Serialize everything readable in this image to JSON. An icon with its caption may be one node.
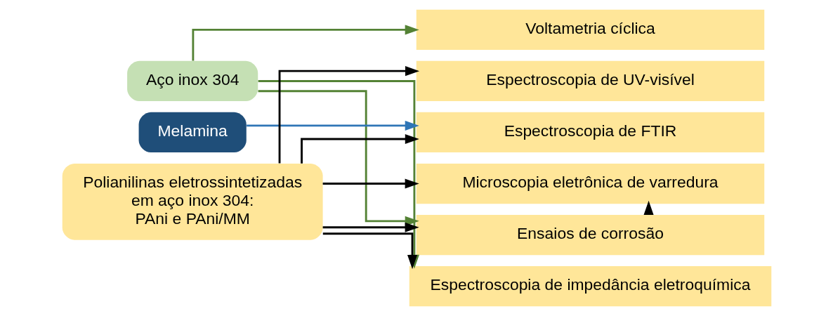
{
  "diagram": {
    "nodes": [
      {
        "text": [
          "Aço inox 304"
        ]
      },
      {
        "text": [
          "Melamina"
        ]
      },
      {
        "text": [
          "Polianilinas eletrossintetizadas em aço inox 304: PAni e PAni/MM"
        ]
      },
      {
        "text": [
          "Voltametria cíclica"
        ]
      },
      {
        "text": [
          "Espectroscopia de UV-visível"
        ]
      },
      {
        "text": [
          "Espectroscopia de FTIR"
        ]
      },
      {
        "text": [
          "Microscopia eletrônica de varredura"
        ]
      },
      {
        "text": [
          "Ensaios de corrosão"
        ]
      },
      {
        "text": [
          "Espectroscopia de impedância eletroquímica"
        ]
      }
    ],
    "edges": [
      {
        "from": 0,
        "to": 3,
        "arrow": "to",
        "color": "#548235"
      },
      {
        "from": 0,
        "to": 7,
        "arrow": "to",
        "color": "#548235"
      },
      {
        "from": 0,
        "to": 8,
        "arrow": "to",
        "color": "#548235"
      },
      {
        "from": 1,
        "to": 5,
        "arrow": "to",
        "color": "#2e75b6"
      },
      {
        "from": 2,
        "to": 4,
        "arrow": "to"
      },
      {
        "from": 2,
        "to": 5,
        "arrow": "to"
      },
      {
        "from": 2,
        "to": 6,
        "arrow": "to"
      },
      {
        "from": 2,
        "to": 7,
        "arrow": "to"
      },
      {
        "from": 2,
        "to": 8,
        "arrow": "to"
      },
      {
        "from": 7,
        "to": 6,
        "arrow": "to"
      }
    ]
  }
}
